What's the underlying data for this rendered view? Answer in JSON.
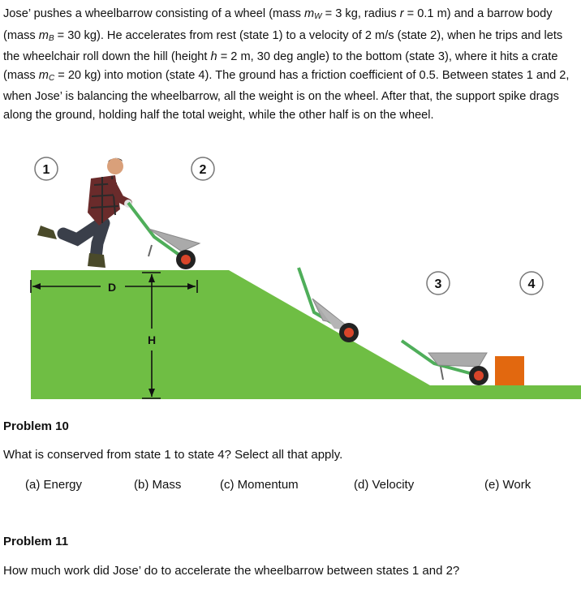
{
  "intro": {
    "p1": "Jose’ pushes a wheelbarrow consisting of a wheel (mass ",
    "mw_sym": "m",
    "mw_sub": "W",
    "p2": " = 3 kg, radius ",
    "r_sym": "r",
    "p3": " = 0.1 m) and a barrow body (mass ",
    "mb_sym": "m",
    "mb_sub": "B",
    "p4": " = 30 kg).  He accelerates from rest (state 1) to a velocity of 2 m/s (state 2), when he trips and lets the wheelchair roll down the hill (height ",
    "h_sym": "h",
    "p5": " = 2 m, 30 deg angle) to the bottom (state 3), where it hits a crate (mass ",
    "mc_sym": "m",
    "mc_sub": "C",
    "p6": " = 20 kg) into motion (state 4).  The ground has a friction coefficient of 0.5.  Between states 1 and 2, when Jose’ is balancing the wheelbarrow, all the weight is on the wheel.  After that, the support spike drags along the ground, holding half the total weight, while the other half is on the wheel."
  },
  "figure": {
    "state_labels": [
      "1",
      "2",
      "3",
      "4"
    ],
    "dim_d": "D",
    "dim_h": "H",
    "colors": {
      "ground": "#6fbe44",
      "crate": "#e2680f",
      "barrow_body": "#aaaaaa",
      "frame": "#4fae5a",
      "tire": "#222222",
      "rim": "#d9452a"
    }
  },
  "problem10": {
    "heading": "Problem 10",
    "question": "What is conserved from state 1 to state 4?  Select all that apply.",
    "options": [
      "(a)  Energy",
      "(b) Mass",
      "(c)  Momentum",
      "(d) Velocity",
      "(e) Work"
    ]
  },
  "problem11": {
    "heading": "Problem 11",
    "question": "How much work did Jose’ do to accelerate the wheelbarrow between states 1 and 2?"
  }
}
